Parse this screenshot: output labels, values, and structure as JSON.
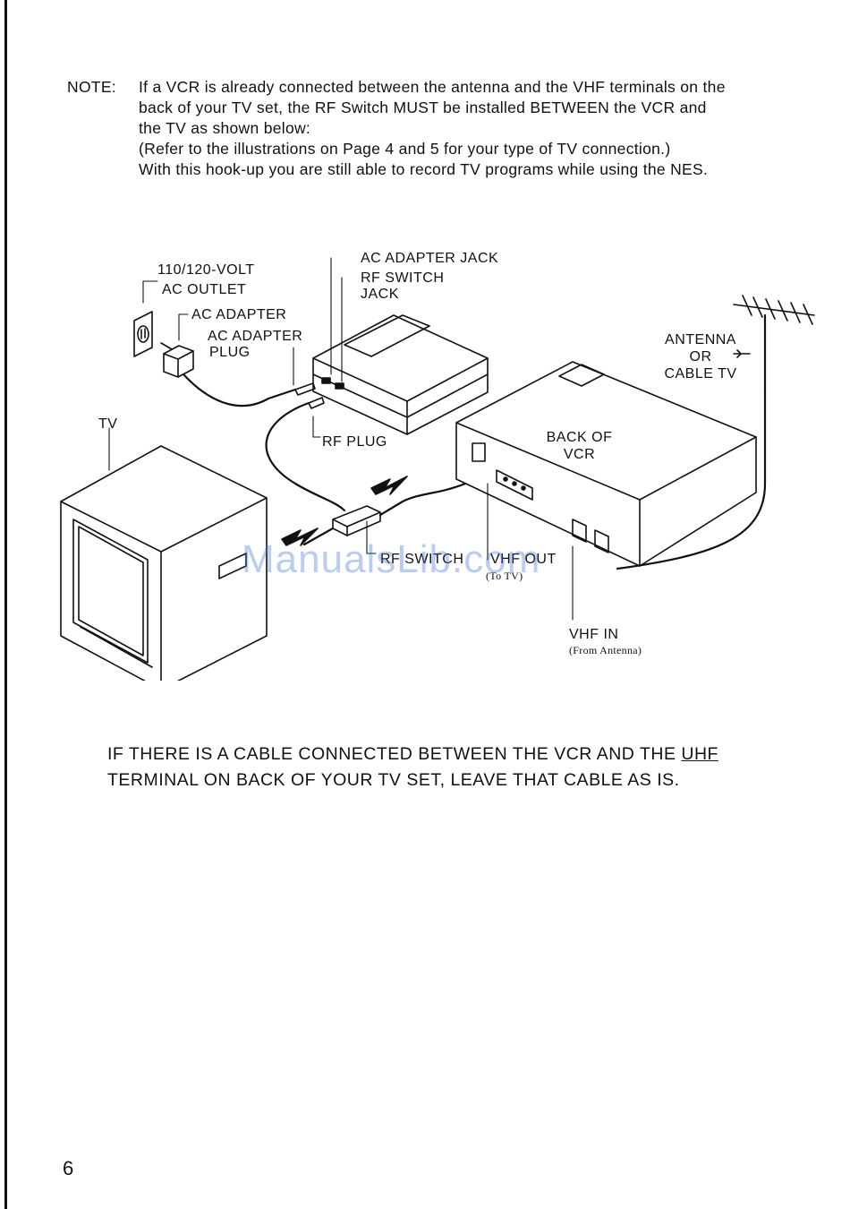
{
  "note": {
    "label": "NOTE:",
    "lines": [
      "If a VCR is already connected between the antenna and the VHF terminals on the",
      "back of your TV set, the RF Switch MUST be installed BETWEEN the VCR and",
      "the TV as shown below:",
      "(Refer to the illustrations on Page 4 and 5 for your type of TV connection.)",
      "With this hook-up you are still able to record TV programs while using the NES."
    ]
  },
  "diagram": {
    "labels": {
      "outlet_1": "110/120-VOLT",
      "outlet_2": "AC OUTLET",
      "ac_adapter": "AC ADAPTER",
      "ac_adapter_plug_1": "AC ADAPTER",
      "ac_adapter_plug_2": "PLUG",
      "ac_adapter_jack": "AC ADAPTER JACK",
      "rf_switch_jack_1": "RF SWITCH",
      "rf_switch_jack_2": "JACK",
      "rf_plug": "RF PLUG",
      "tv": "TV",
      "antenna_1": "ANTENNA",
      "antenna_2": "OR",
      "antenna_3": "CABLE TV",
      "back_of_vcr_1": "BACK OF",
      "back_of_vcr_2": "VCR",
      "rf_switch": "RF SWITCH",
      "vhf_out": "VHF OUT",
      "vhf_out_sub": "(To TV)",
      "vhf_in": "VHF IN",
      "vhf_in_sub": "(From Antenna)"
    }
  },
  "watermark": "ManualsLib.com",
  "cable_note": {
    "line1_prefix": "IF THERE IS A CABLE CONNECTED BETWEEN THE VCR AND THE ",
    "line1_underlined": "UHF",
    "line2": "TERMINAL ON BACK OF YOUR TV SET, LEAVE THAT CABLE AS IS."
  },
  "page_number": "6"
}
